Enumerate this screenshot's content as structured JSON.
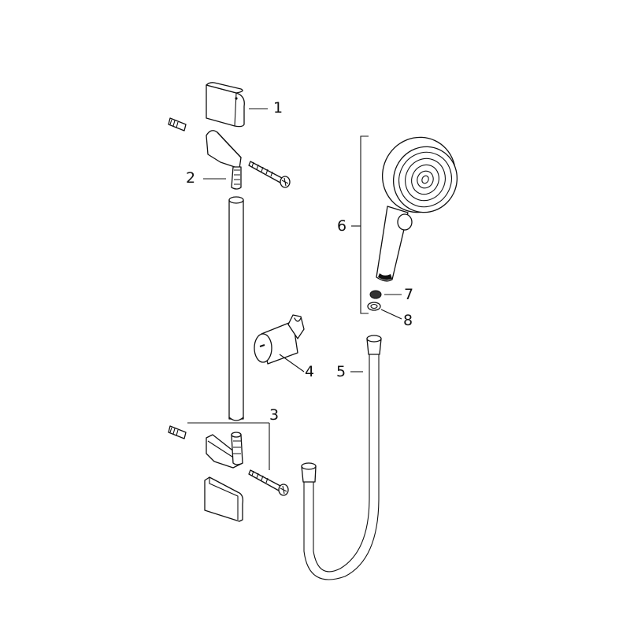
{
  "diagram": {
    "type": "exploded-parts-view",
    "subject": "shower rail set",
    "callouts": [
      {
        "id": "1",
        "label": "1"
      },
      {
        "id": "2",
        "label": "2"
      },
      {
        "id": "3",
        "label": "3"
      },
      {
        "id": "4",
        "label": "4"
      },
      {
        "id": "5",
        "label": "5"
      },
      {
        "id": "6",
        "label": "6"
      },
      {
        "id": "7",
        "label": "7"
      },
      {
        "id": "8",
        "label": "8"
      }
    ],
    "colors": {
      "line": "#111111",
      "background": "#ffffff"
    }
  }
}
